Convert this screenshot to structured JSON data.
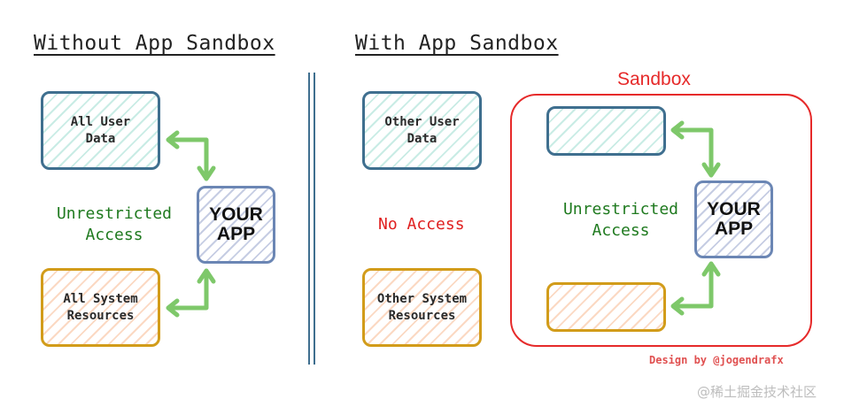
{
  "left_panel": {
    "heading": "Without App Sandbox",
    "user_data_label": "All User\nData",
    "system_label": "All System\nResources",
    "access_label": "Unrestricted\nAccess",
    "app_label": "YOUR\nAPP"
  },
  "right_panel": {
    "heading": "With App Sandbox",
    "user_data_label": "Other User\nData",
    "system_label": "Other System\nResources",
    "no_access_label": "No Access",
    "sandbox_title": "Sandbox",
    "access_label": "Unrestricted\nAccess",
    "app_label": "YOUR\nAPP"
  },
  "credit": "Design by @jogendrafx",
  "watermark": "@稀土掘金技术社区",
  "colors": {
    "data_border": "#3f6f8f",
    "system_border": "#d29c1a",
    "app_border": "#6b86b4",
    "arrow": "#7ec86a",
    "access_text": "#1f7a1f",
    "sandbox": "#e62a2a"
  }
}
